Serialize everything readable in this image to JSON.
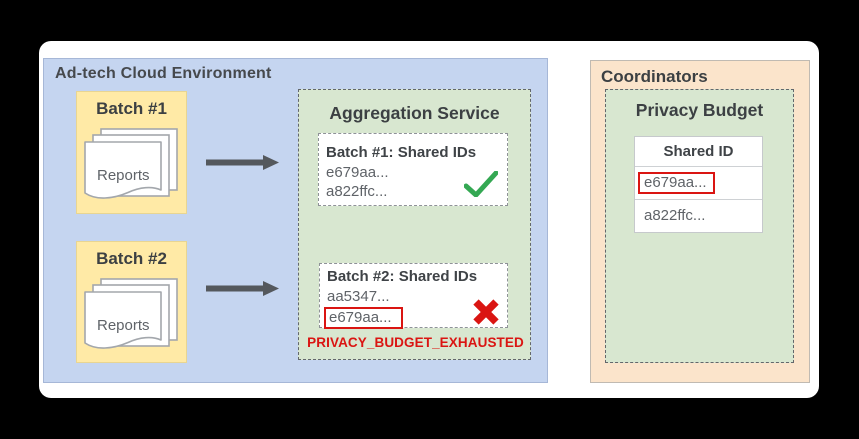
{
  "adtech": {
    "label": "Ad-tech Cloud Environment",
    "batches": [
      {
        "title": "Batch #1",
        "documents_label": "Reports"
      },
      {
        "title": "Batch #2",
        "documents_label": "Reports"
      }
    ],
    "aggregation_service": {
      "title": "Aggregation Service",
      "batch_results": [
        {
          "heading": "Batch #1: Shared IDs",
          "shared_ids": [
            "e679aa...",
            "a822ffc..."
          ],
          "status": "accepted",
          "status_icon": "green-checkmark"
        },
        {
          "heading": "Batch #2: Shared IDs",
          "shared_ids": [
            "aa5347...",
            "e679aa..."
          ],
          "flagged_id": "e679aa...",
          "status": "rejected",
          "status_icon": "red-cross"
        }
      ],
      "error_message": "PRIVACY_BUDGET_EXHAUSTED"
    }
  },
  "coordinators": {
    "label": "Coordinators",
    "privacy_budget": {
      "title": "Privacy Budget",
      "table": {
        "header": "Shared ID",
        "rows": [
          "e679aa...",
          "a822ffc..."
        ],
        "flagged_row": "e679aa..."
      }
    }
  },
  "colors": {
    "background": "#000000",
    "surface": "#ffffff",
    "adtech_fill": "#c5d5f0",
    "batch_fill": "#ffeaa6",
    "service_fill": "#d8e7d0",
    "coordinators_fill": "#fbe4cb",
    "success_green": "#34a853",
    "error_red": "#da1512",
    "arrow_gray": "#54585d",
    "text_dark": "#3c4043",
    "text_gray": "#5f6368"
  }
}
